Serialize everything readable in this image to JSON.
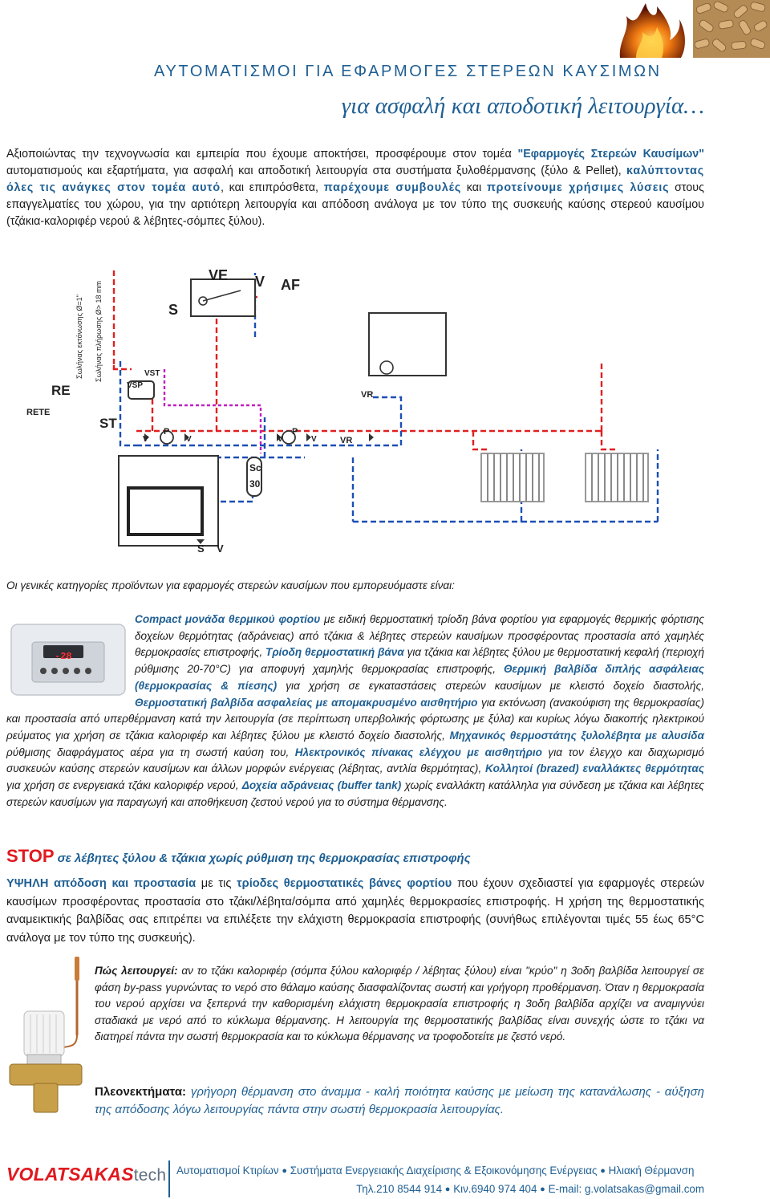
{
  "header": {
    "title": "ΑΥΤΟΜΑΤΙΣΜΟΙ ΓΙΑ ΕΦΑΡΜΟΓΕΣ ΣΤΕΡΕΩΝ ΚΑΥΣΙΜΩΝ",
    "subtitle": "για ασφαλή και αποδοτική λειτουργία…"
  },
  "intro": {
    "p1": "Αξιοποιώντας την τεχνογνωσία και εμπειρία που έχουμε αποκτήσει, προσφέρουμε στον τομέα ",
    "b1": "\"Εφαρμογές Στερεών Καυσίμων\"",
    "p2": " αυτοματισμούς και εξαρτήματα, για ασφαλή και αποδοτική λειτουργία στα συστήματα ξυλοθέρμανσης (ξύλο & Pellet), ",
    "b2": "καλύπτοντας όλες τις ανάγκες στον τομέα αυτό",
    "p3": ", και επιπρόσθετα, ",
    "b3": "παρέχουμε συμβουλές",
    "p4": " και ",
    "b4": "προτείνουμε χρήσιμες λύσεις",
    "p5": " στους επαγγελματίες του χώρου, για την αρτιότερη λειτουργία και απόδοση ανάλογα με τον τύπο της συσκευής καύσης στερεού καυσίμου (τζάκια-καλοριφέρ νερού & λέβητες-σόμπες ξύλου)."
  },
  "diagram": {
    "labels": {
      "ve": "VE",
      "v_top": "V",
      "af": "AF",
      "s_top": "S",
      "re": "RE",
      "rete": "RETE",
      "st": "ST",
      "vsp": "VSP",
      "vst": "VST",
      "vr_top": "VR",
      "vr_bot": "VR",
      "p1": "P",
      "p2": "P",
      "v1": "V",
      "v2": "V",
      "v3": "V",
      "v4": "V",
      "sc": "Sc",
      "sc_num": "30",
      "s_bot": "S",
      "v_bot": "V",
      "pipe_note1": "Σωλήνας εκτόνωσης Ø=1\"",
      "pipe_note2": "Σωλήνας πλήρωσης Ø> 18 mm"
    }
  },
  "categories_heading": "Οι γενικές κατηγορίες προϊόντων για εφαρμογές στερεών καυσίμων που εμπορευόμαστε  είναι:",
  "products": {
    "h1": "Compact μονάδα θερμικού φορτίου",
    "t1": " με ειδική θερμοστατική τρίοδη βάνα φορτίου για εφαρμογές θερμικής φόρτισης δοχείων θερμότητας (αδράνειας) από τζάκια & λέβητες στερεών καυσίμων προσφέροντας προστασία από χαμηλές θερμοκρασίες επιστροφής, ",
    "h2": "Τρίοδη θερμοστατική βάνα",
    "t2": " για τζάκια και λέβητες ξύλου με θερμοστατική κεφαλή (περιοχή ρύθμισης 20-70°C) για αποφυγή χαμηλής θερμοκρασίας επιστροφής, ",
    "h3": "Θερμική βαλβίδα διπλής ασφάλειας (θερμοκρασίας & πίεσης)",
    "t3": " για χρήση σε εγκαταστάσεις στερεών καυσίμων με κλειστό δοχείο διαστολής, ",
    "h4": "Θερμοστατική βαλβίδα ασφαλείας με απομακρυσμένο αισθητήριο",
    "t4": " για εκτόνωση (ανακούφιση της θερμοκρασίας) και προστασία από υπερθέρμανση κατά την λειτουργία (σε περίπτωση υπερβολικής φόρτωσης με ξύλα) και κυρίως λόγω διακοπής ηλεκτρικού ρεύματος για χρήση σε τζάκια καλοριφέρ και λέβητες ξύλου με κλειστό δοχείο διαστολής, ",
    "h5": "Μηχανικός θερμοστάτης ξυλολέβητα με αλυσίδα",
    "t5": " ρύθμισης διαφράγματος αέρα για τη σωστή καύση του, ",
    "h6": "Ηλεκτρονικός πίνακας ελέγχου με αισθητήριο",
    "t6": " για τον έλεγχο και διαχωρισμό συσκευών καύσης στερεών καυσίμων και άλλων μορφών ενέργειας (λέβητας, αντλία θερμότητας), ",
    "h7": "Κολλητοί (brazed) εναλλάκτες θερμότητας",
    "t7": " για χρήση σε ενεργειακά τζάκι καλοριφέρ νερού, ",
    "h8": "Δοχεία αδράνειας (buffer tank)",
    "t8": " χωρίς εναλλάκτη κατάλληλα για σύνδεση με τζάκια και λέβητες στερεών καυσίμων για παραγωγή και αποθήκευση ζεστού νερού για το σύστημα θέρμανσης."
  },
  "controller": {
    "display": "-28"
  },
  "stop": {
    "word": "STOP",
    "rest": " σε λέβητες ξύλου & τζάκια χωρίς ρύθμιση της θερμοκρασίας επιστροφής"
  },
  "high": {
    "h1": "ΥΨΗΛΗ απόδοση και προστασία",
    "t1": " με τις ",
    "h2": "τρίοδες θερμοστατικές βάνες φορτίου",
    "t2": " που έχουν σχεδιαστεί για εφαρμογές στερεών καυσίμων προσφέροντας προστασία στο τζάκι/λέβητα/σόμπα από χαμηλές θερμοκρασίες επιστροφής. Η χρήση της θερμοστατικής αναμεικτικής βαλβίδας σας επιτρέπει να επιλέξετε την ελάχιστη θερμοκρασία επιστροφής (συνήθως επιλέγονται τιμές 55 έως 65°C ανάλογα με τον τύπο της συσκευής)."
  },
  "how": {
    "label": "Πώς λειτουργεί:",
    "text": " αν το τζάκι καλοριφέρ (σόμπα ξύλου καλοριφέρ / λέβητας ξύλου) είναι \"κρύο\" η 3οδη βαλβίδα λειτουργεί σε φάση by-pass γυρνώντας το νερό στο θάλαμο καύσης διασφαλίζοντας σωστή και γρήγορη προθέρμανση. Όταν η θερμοκρασία του νερού αρχίσει να ξεπερνά την καθορισμένη ελάχιστη θερμοκρασία επιστροφής η 3οδη βαλβίδα αρχίζει να αναμιγνύει σταδιακά με νερό από το κύκλωμα θέρμανσης. Η λειτουργία της θερμοστατικής βαλβίδας είναι συνεχής ώστε το τζάκι να διατηρεί πάντα την σωστή θερμοκρασία και το κύκλωμα θέρμανσης να τροφοδοτείτε με ζεστό νερό."
  },
  "advantages": {
    "label": "Πλεονεκτήματα:",
    "text": " γρήγορη θέρμανση στο άναμμα - καλή ποιότητα καύσης με μείωση της κατανάλωσης - αύξηση της απόδοσης λόγω λειτουργίας πάντα στην σωστή θερμοκρασία λειτουργίας."
  },
  "footer": {
    "brand": "VOLATSAKAS",
    "brand_suffix": "tech",
    "line1_a": "Αυτοματισμοί Κτιρίων",
    "line1_b": "Συστήματα Ενεργειακής Διαχείρισης & Εξοικονόμησης Ενέργειας",
    "line1_c": "Ηλιακή Θέρμανση",
    "line2_a": "Τηλ.210 8544 914",
    "line2_b": "Κιν.6940 974 404",
    "line2_c": "E-mail: g.volatsakas@gmail.com"
  },
  "colors": {
    "accent": "#1f5f93",
    "stop_red": "#e0191f",
    "hot_pipe": "#e02020",
    "cold_pipe": "#1b4fb5"
  }
}
